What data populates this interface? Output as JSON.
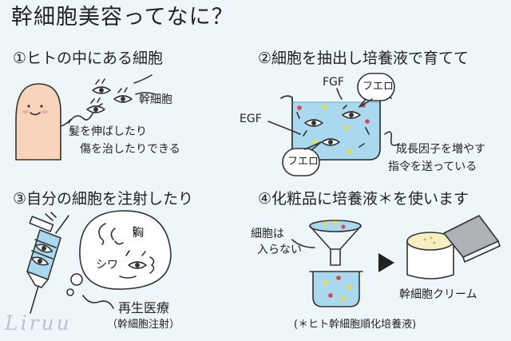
{
  "title": "幹細胞美容ってなに？",
  "sections": [
    {
      "heading": "①ヒトの中にある細胞",
      "labels": {
        "cells": "幹細胞",
        "caption_line1": "髪を伸ばしたり",
        "caption_line2": "傷を治したりできる"
      }
    },
    {
      "heading": "②細胞を抽出し培養液で育てて",
      "labels": {
        "fgf": "FGF",
        "egf": "EGF",
        "bubble": "フエロ",
        "caption_line1": "成長因子を増やす",
        "caption_line2": "指令を送っている"
      }
    },
    {
      "heading": "③自分の細胞を注射したり",
      "labels": {
        "chest": "胸",
        "wrinkle": "シワ",
        "caption_line1": "再生医療",
        "caption_line2": "（幹細胞注射）"
      }
    },
    {
      "heading": "④化粧品に培養液＊を使います",
      "labels": {
        "note_line1": "細胞は",
        "note_line2": "入らない",
        "product": "幹細胞クリーム",
        "footnote": "(＊ヒト幹細胞順化培養液)"
      }
    }
  ],
  "watermark": "Liruu",
  "colors": {
    "background": "#eef6f9",
    "skin": "#f8d4bc",
    "liquid": "#a9d8ef",
    "dot_red": "#d9474b",
    "dot_yellow": "#f0dc38",
    "cream": "#f5efc2",
    "lid": "#aeb2b6"
  },
  "icons": [
    "person-illustration",
    "stem-cell-icon",
    "culture-dish-icon",
    "syringe-icon",
    "face-illustration",
    "funnel-icon",
    "beaker-icon",
    "cream-jar-icon",
    "arrow-right-icon"
  ]
}
